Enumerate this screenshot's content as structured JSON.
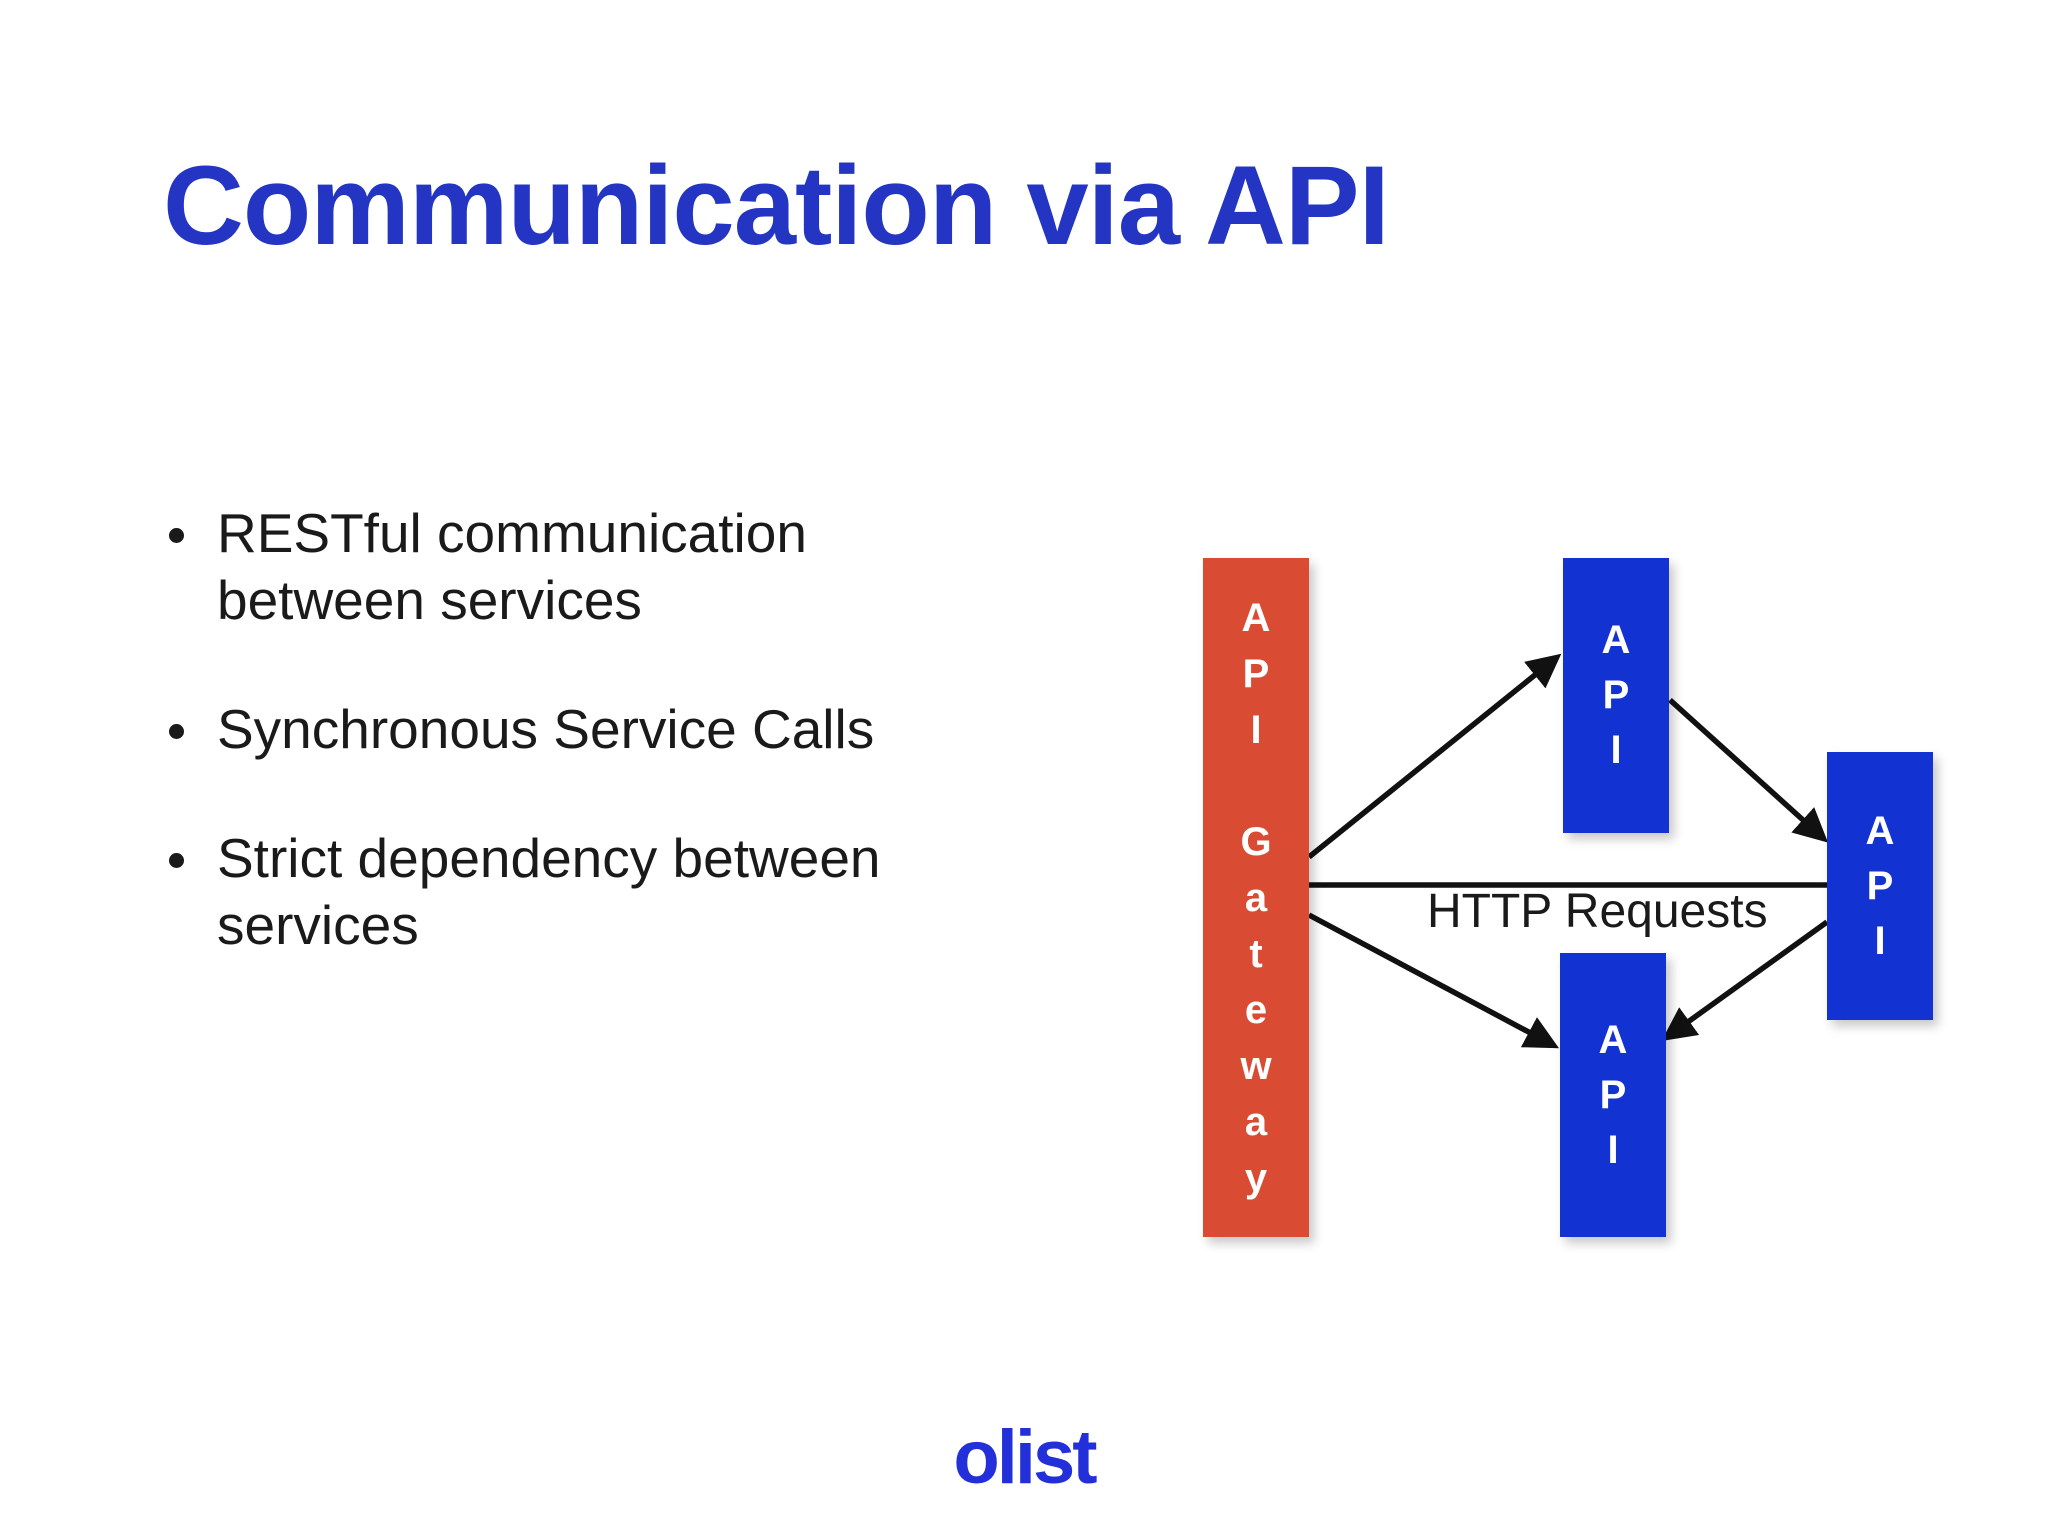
{
  "slide": {
    "title": "Communication via API",
    "bullets": [
      "RESTful communication between services",
      "Synchronous Service Calls",
      "Strict dependency between services"
    ],
    "footer_logo": "olist"
  },
  "diagram": {
    "gateway_label": "API Gateway",
    "api_label": "API",
    "http_label": "HTTP Requests"
  },
  "colors": {
    "title": "#2435C4",
    "text": "#1A1A1A",
    "background": "#FFFFFF",
    "gateway_box": "#D94B33",
    "api_box": "#1233D1",
    "arrow": "#111111",
    "logo": "#2330D9"
  }
}
